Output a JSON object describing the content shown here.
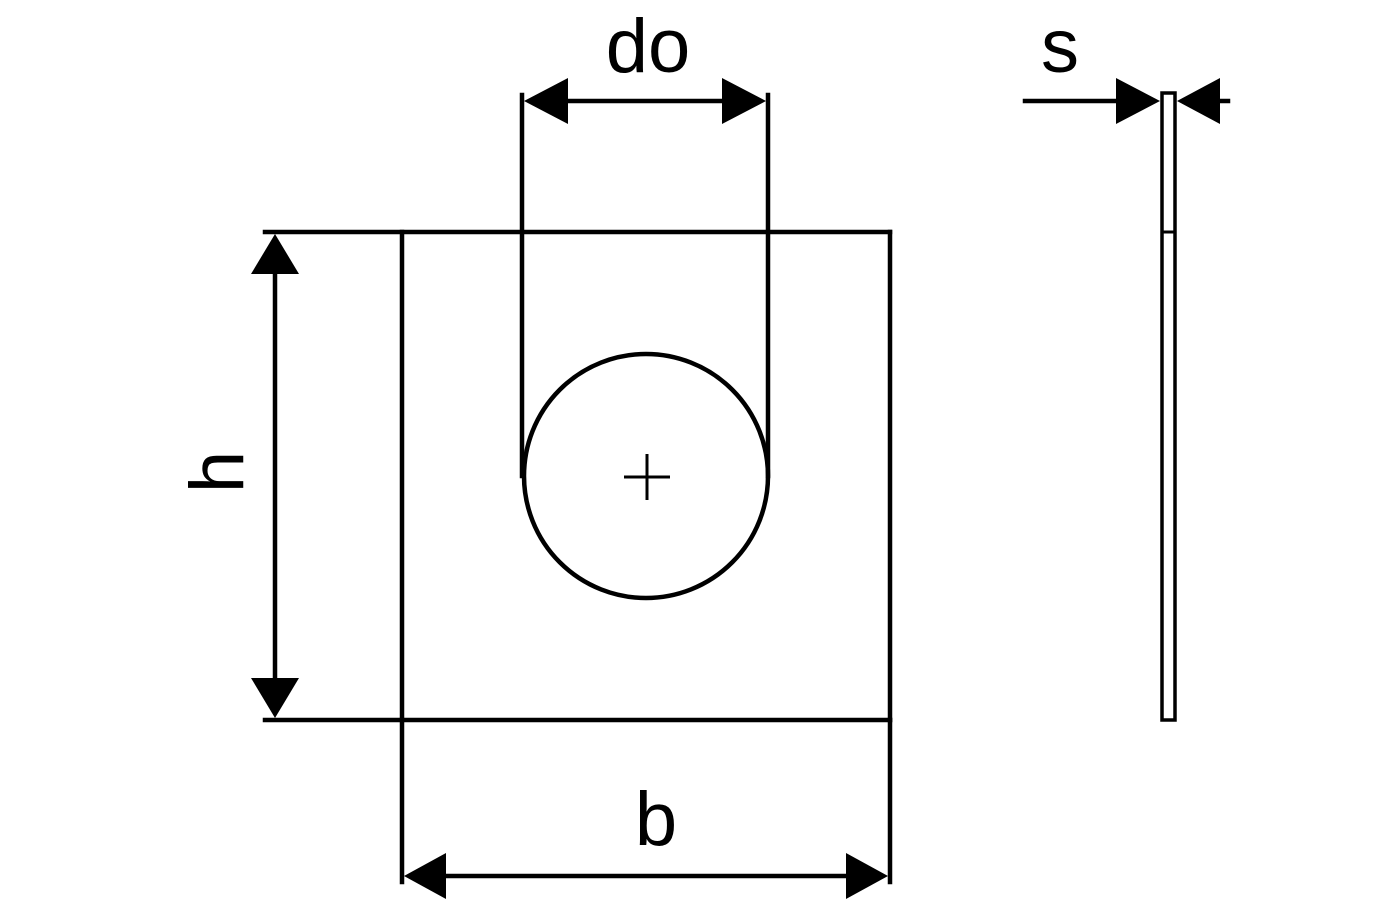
{
  "labels": {
    "opening_diameter": "do",
    "thickness": "s",
    "height": "h",
    "width": "b"
  },
  "colors": {
    "line": "#000000",
    "background": "#ffffff"
  },
  "symbols": {
    "center_mark": "+"
  }
}
